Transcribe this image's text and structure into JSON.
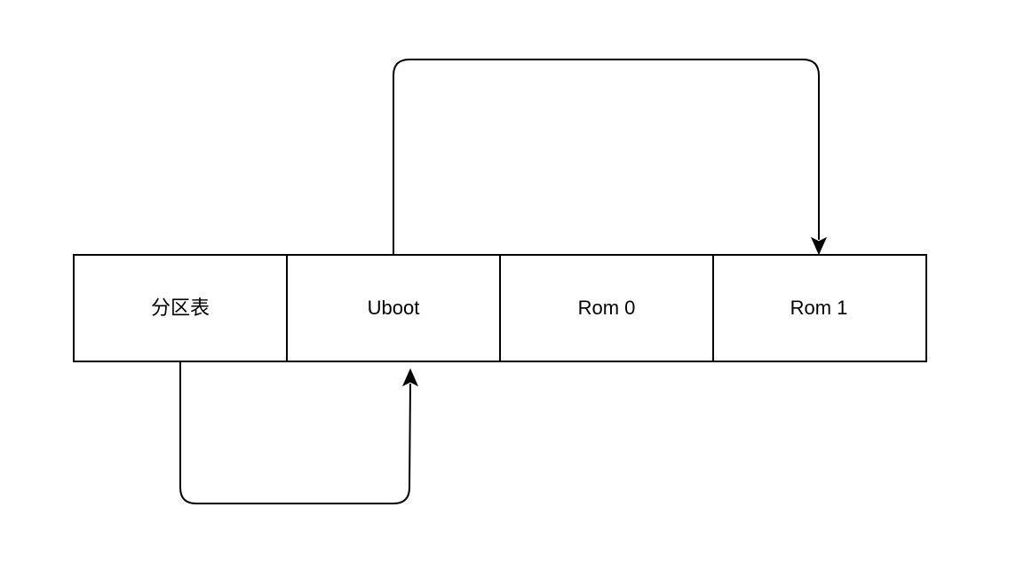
{
  "diagram": {
    "partitions": [
      {
        "id": "partition-table",
        "label": "分区表"
      },
      {
        "id": "uboot",
        "label": "Uboot"
      },
      {
        "id": "rom0",
        "label": "Rom 0"
      },
      {
        "id": "rom1",
        "label": "Rom 1"
      }
    ],
    "connectors": [
      {
        "from": "partition-table",
        "to": "uboot"
      },
      {
        "from": "uboot",
        "to": "rom1"
      }
    ]
  }
}
